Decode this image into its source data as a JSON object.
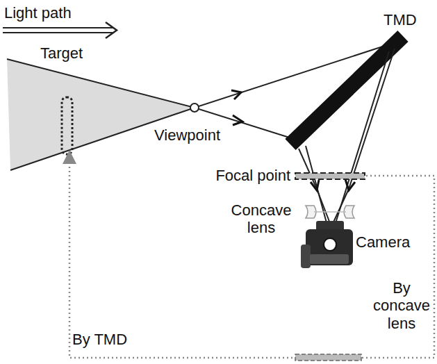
{
  "diagram": {
    "labels": [
      "Light path",
      "Target",
      "TMD",
      "Viewpoint",
      "Focal point",
      "Concave lens",
      "Camera",
      "By concave lens",
      "By TMD"
    ]
  }
}
